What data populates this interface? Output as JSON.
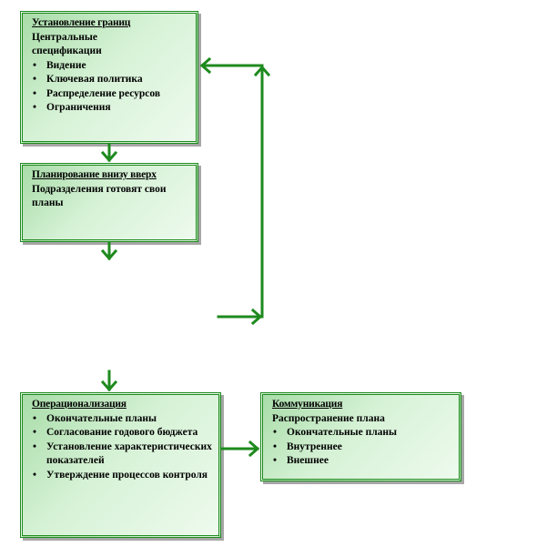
{
  "boundaries": {
    "title": "Установление границ",
    "subtitle_1": "Центральные",
    "subtitle_2": "спецификации",
    "items": [
      "Видение",
      "Ключевая политика",
      "Распределение ресурсов",
      "Ограничения"
    ]
  },
  "bottom_up": {
    "title": "Планирование внизу вверх",
    "text": "Подразделения готовят свои планы"
  },
  "operational": {
    "title": "Операционализация",
    "items": [
      "Окончательные планы",
      "Согласование годового бюджета",
      "Установление характеристических показателей",
      "Утверждение процессов контроля"
    ]
  },
  "communication": {
    "title": "Коммуникация",
    "subtitle": "Распространение плана",
    "items": [
      "Окончательные планы",
      "Внутреннее",
      "Внешнее"
    ]
  },
  "colors": {
    "arrow": "#1e8a1e",
    "box_border": "#1e8a1e",
    "box_fill_start": "#a8dca8",
    "box_fill_end": "#eefaee"
  }
}
